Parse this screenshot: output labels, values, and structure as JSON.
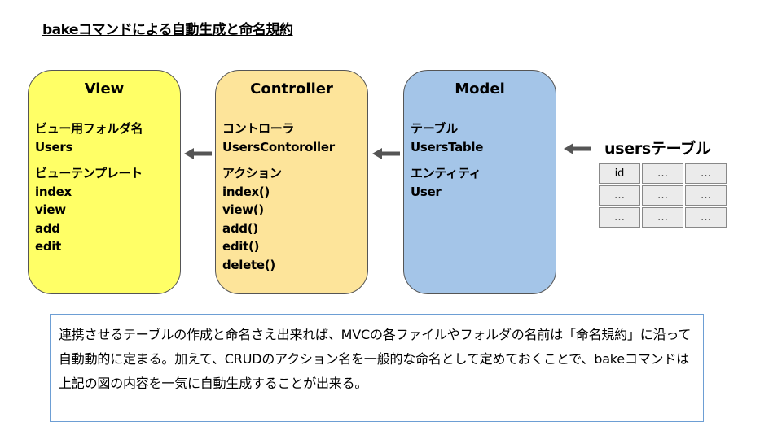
{
  "title": "bakeコマンドによる自動生成と命名規約",
  "colors": {
    "view_fill": "#ffff66",
    "controller_fill": "#fde49a",
    "model_fill": "#a4c5e8",
    "arrow": "#555555",
    "note_border": "#6d9ed4",
    "table_cell": "#ebebeb"
  },
  "boxes": {
    "view": {
      "title": "View",
      "groups": [
        [
          "ビュー用フォルダ名",
          "Users"
        ],
        [
          "ビューテンプレート",
          "index",
          "view",
          "add",
          "edit"
        ]
      ]
    },
    "controller": {
      "title": "Controller",
      "groups": [
        [
          "コントローラ",
          "UsersContoroller"
        ],
        [
          "アクション",
          "index()",
          "view()",
          "add()",
          "edit()",
          "delete()"
        ]
      ]
    },
    "model": {
      "title": "Model",
      "groups": [
        [
          "テーブル",
          "UsersTable"
        ],
        [
          "エンティティ",
          "User"
        ]
      ]
    }
  },
  "users_table": {
    "title": "usersテーブル",
    "rows": [
      [
        "id",
        "…",
        "…"
      ],
      [
        "…",
        "…",
        "…"
      ],
      [
        "…",
        "…",
        "…"
      ]
    ]
  },
  "note": "連携させるテーブルの作成と命名さえ出来れば、MVCの各ファイルやフォルダの名前は「命名規約」に沿って自動動的に定まる。加えて、CRUDのアクション名を一般的な命名として定めておくことで、bakeコマンドは上記の図の内容を一気に自動生成することが出来る。"
}
